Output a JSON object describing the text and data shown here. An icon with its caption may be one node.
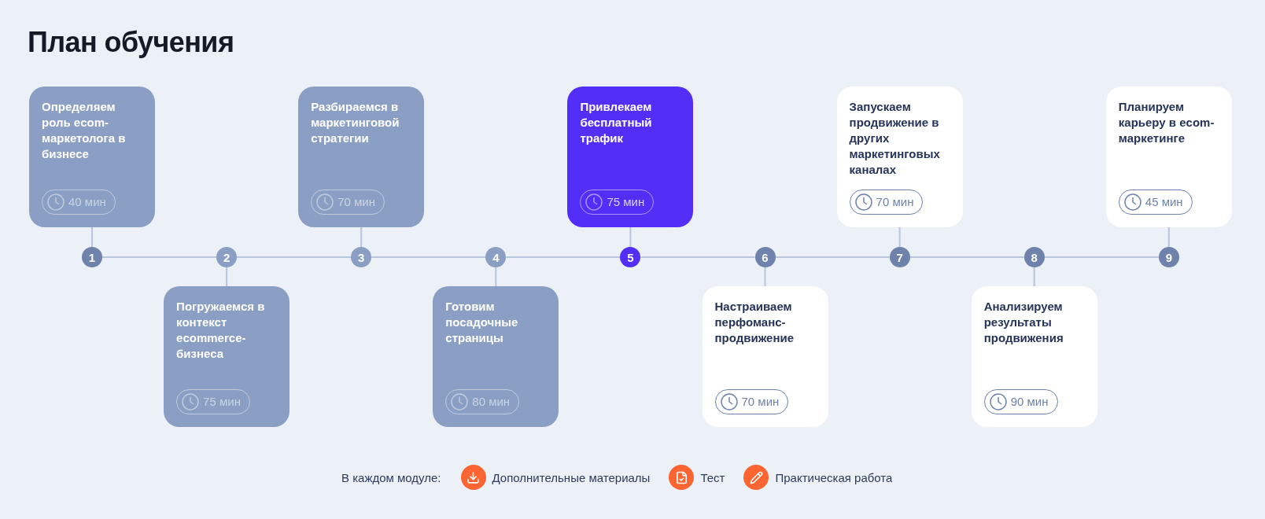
{
  "diagram": {
    "title": "План обучения",
    "nodes": [
      {
        "text": [
          "Определяем роль ecom-маркетолога в бизнесе",
          "40 мин"
        ]
      },
      {
        "text": [
          "Погружаемся в контекст ecommerce-бизнеса",
          "75 мин"
        ]
      },
      {
        "text": [
          "Разбираемся в маркетинговой стратегии",
          "70 мин"
        ]
      },
      {
        "text": [
          "Готовим посадочные страницы",
          "80 мин"
        ]
      },
      {
        "text": [
          "Привлекаем бесплатный трафик",
          "75 мин"
        ]
      },
      {
        "text": [
          "Настраиваем перфоманс-продвижение",
          "70 мин"
        ]
      },
      {
        "text": [
          "Запускаем продвижение в других маркетинговых каналах",
          "70 мин"
        ]
      },
      {
        "text": [
          "Анализируем результаты продвижения",
          "90 мин"
        ]
      },
      {
        "text": [
          "Планируем карьеру в ecom-маркетинге",
          "45 мин"
        ]
      },
      {
        "text": [
          "1"
        ]
      },
      {
        "text": [
          "2"
        ]
      },
      {
        "text": [
          "3"
        ]
      },
      {
        "text": [
          "4"
        ]
      },
      {
        "text": [
          "5"
        ]
      },
      {
        "text": [
          "6"
        ]
      },
      {
        "text": [
          "7"
        ]
      },
      {
        "text": [
          "8"
        ]
      },
      {
        "text": [
          "9"
        ]
      }
    ],
    "edges": [
      {
        "from": 0,
        "to": 9,
        "arrow": "none"
      },
      {
        "from": 1,
        "to": 10,
        "arrow": "none"
      },
      {
        "from": 2,
        "to": 11,
        "arrow": "none"
      },
      {
        "from": 3,
        "to": 12,
        "arrow": "none"
      },
      {
        "from": 4,
        "to": 13,
        "arrow": "none"
      },
      {
        "from": 5,
        "to": 14,
        "arrow": "none"
      },
      {
        "from": 6,
        "to": 15,
        "arrow": "none"
      },
      {
        "from": 7,
        "to": 16,
        "arrow": "none"
      },
      {
        "from": 8,
        "to": 17,
        "arrow": "none"
      },
      {
        "from": 9,
        "to": 10,
        "arrow": "none"
      },
      {
        "from": 10,
        "to": 11,
        "arrow": "none"
      },
      {
        "from": 11,
        "to": 12,
        "arrow": "none"
      },
      {
        "from": 12,
        "to": 13,
        "arrow": "none"
      },
      {
        "from": 13,
        "to": 14,
        "arrow": "none"
      },
      {
        "from": 14,
        "to": 15,
        "arrow": "none"
      },
      {
        "from": 15,
        "to": 16,
        "arrow": "none"
      },
      {
        "from": 16,
        "to": 17,
        "arrow": "none"
      }
    ],
    "labels": [
      "В каждом модуле:"
    ],
    "legend": [
      {
        "text": "Дополнительные материалы"
      },
      {
        "text": "Тест"
      },
      {
        "text": "Практическая работа"
      }
    ]
  }
}
